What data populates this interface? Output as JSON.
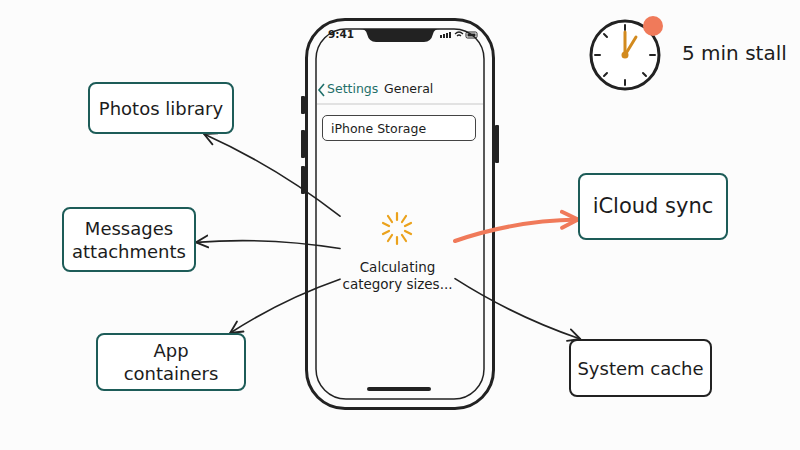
{
  "diagram": {
    "nodes": [
      {
        "text": [
          "9:41",
          "Settings",
          "General"
        ]
      },
      {
        "text": [
          "iPhone Storage"
        ],
        "in": 0
      },
      {
        "text": [
          "Calculating category sizes..."
        ],
        "in": 0
      },
      {
        "text": [
          "Photos library"
        ]
      },
      {
        "text": [
          "iCloud sync"
        ]
      },
      {
        "text": [
          "Messages attachments"
        ]
      },
      {
        "text": [
          "App containers"
        ]
      },
      {
        "text": [
          "System cache"
        ]
      }
    ],
    "edges": [
      {
        "from": 2,
        "to": 3,
        "arrow": "to"
      },
      {
        "from": 2,
        "to": 4,
        "arrow": "to"
      },
      {
        "from": 2,
        "to": 5,
        "arrow": "to"
      },
      {
        "from": 2,
        "to": 6,
        "arrow": "to"
      },
      {
        "from": 2,
        "to": 7,
        "arrow": "to"
      }
    ],
    "labels": [
      "5 min stall"
    ]
  }
}
